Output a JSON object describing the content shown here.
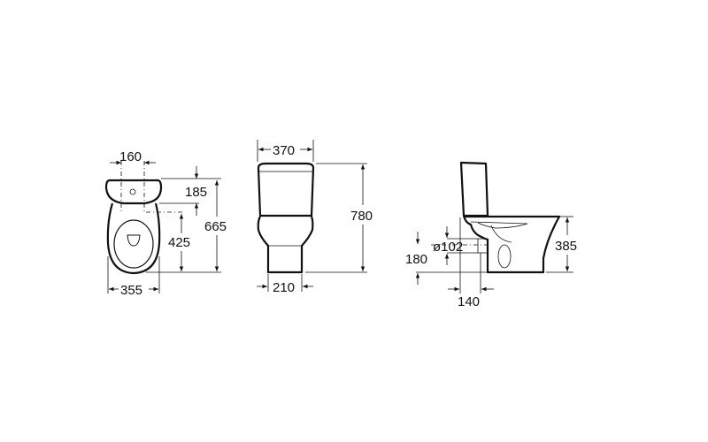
{
  "top_view": {
    "dims": {
      "hole_spacing": "160",
      "tank_depth": "185",
      "hole_height": "425",
      "total_length": "665",
      "width": "355"
    }
  },
  "front_view": {
    "dims": {
      "tank_width": "370",
      "total_height": "780",
      "base_width": "210"
    }
  },
  "side_view": {
    "dims": {
      "outlet_diameter": "ø102",
      "outlet_height": "180",
      "outlet_distance": "140",
      "seat_height": "385"
    }
  },
  "colors": {
    "line": "#111111",
    "background": "#ffffff"
  }
}
